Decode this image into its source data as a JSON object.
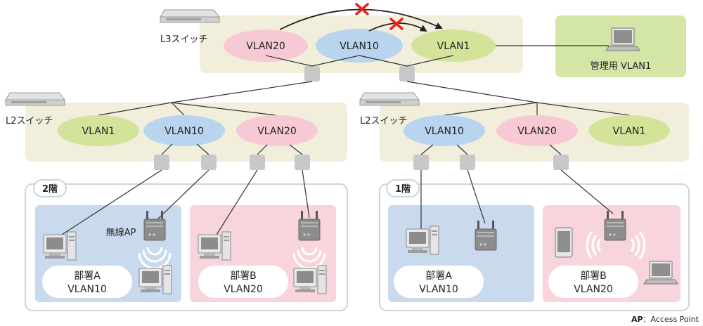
{
  "colors": {
    "router_bg": "#f2eedc",
    "mgmt_bg": "#d3e6a6",
    "floor_border": "#c9d5df",
    "dept_blue": "#c9d9ee",
    "dept_pink": "#f8d5dc",
    "vlan1": "#d3e39a",
    "vlan10": "#b8d4ef",
    "vlan20": "#f7c9d4",
    "port": "#c8c8c8",
    "cross": "#e6241f",
    "line": "#333333"
  },
  "l3": {
    "label": "L3スイッチ",
    "vlan20": "VLAN20",
    "vlan10": "VLAN10",
    "vlan1": "VLAN1"
  },
  "mgmt": {
    "label": "管理用 VLAN1"
  },
  "l2_left": {
    "label": "L2スイッチ",
    "vlan1": "VLAN1",
    "vlan10": "VLAN10",
    "vlan20": "VLAN20"
  },
  "l2_right": {
    "label": "L2スイッチ",
    "vlan10": "VLAN10",
    "vlan20": "VLAN20",
    "vlan1": "VLAN1"
  },
  "floor2": {
    "label": "2階",
    "ap_label": "無線AP",
    "dept_a": {
      "name": "部署A",
      "vlan": "VLAN10"
    },
    "dept_b": {
      "name": "部署B",
      "vlan": "VLAN20"
    }
  },
  "floor1": {
    "label": "1階",
    "dept_a": {
      "name": "部署A",
      "vlan": "VLAN10"
    },
    "dept_b": {
      "name": "部署B",
      "vlan": "VLAN20"
    }
  },
  "footnote": {
    "key": "AP",
    "sep": "：",
    "text": "Access Point"
  }
}
